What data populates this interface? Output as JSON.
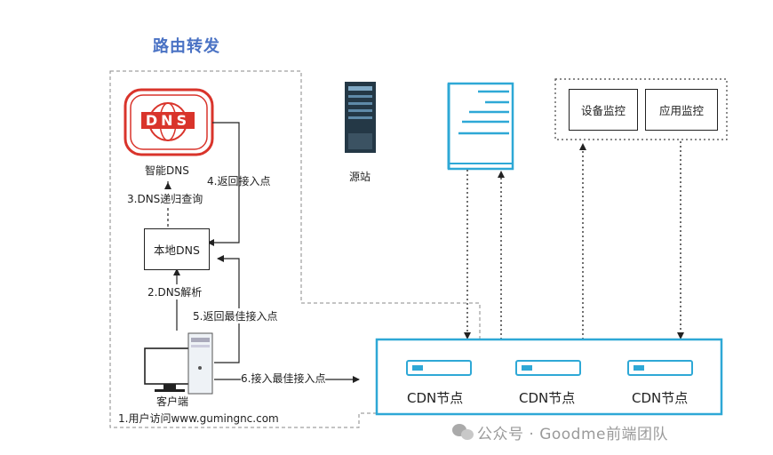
{
  "title": "路由转发",
  "dns_logo_text": "DNS",
  "smart_dns_label": "智能DNS",
  "step3_label": "3.DNS递归查询",
  "step4_label": "4.返回接入点",
  "local_dns_label": "本地DNS",
  "step2_label": "2.DNS解析",
  "step5_label": "5.返回最佳接入点",
  "client_label": "客户端",
  "step1_label": "1.用户访问www.gumingnc.com",
  "step6_label": "6.接入最佳接入点",
  "origin_label": "源站",
  "device_monitor_label": "设备监控",
  "app_monitor_label": "应用监控",
  "cdn_nodes": [
    "CDN节点",
    "CDN节点",
    "CDN节点"
  ],
  "watermark_text": "公众号 · Goodme前端团队",
  "colors": {
    "title": "#4a72c4",
    "cdn_border": "#2ea8d6",
    "dns_red": "#d9342b"
  }
}
